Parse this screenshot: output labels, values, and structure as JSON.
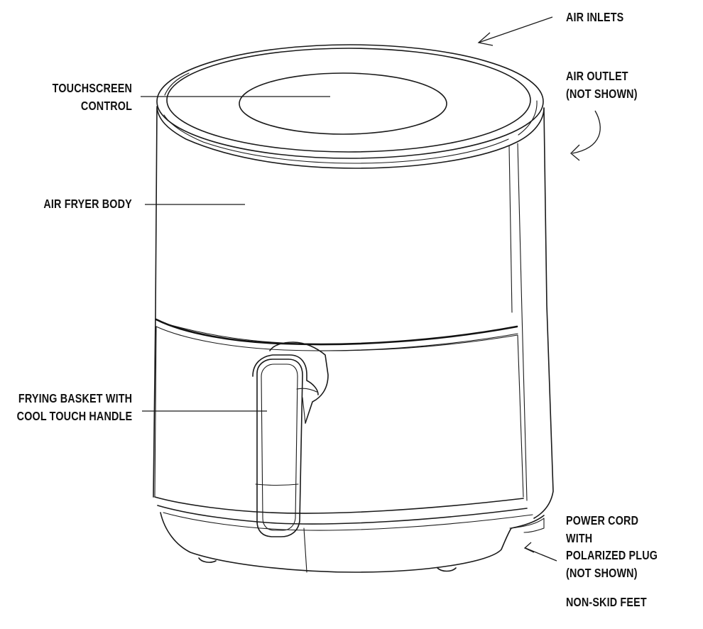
{
  "labels": {
    "touchscreen": [
      "TOUCHSCREEN",
      "CONTROL"
    ],
    "body": "AIR FRYER BODY",
    "basket": [
      "FRYING BASKET WITH",
      "COOL TOUCH HANDLE"
    ],
    "inlets": "AIR INLETS",
    "outlet": [
      "AIR OUTLET",
      "(NOT SHOWN)"
    ],
    "power": [
      "POWER CORD",
      "WITH",
      "POLARIZED PLUG",
      "(NOT SHOWN)"
    ],
    "feet": "NON-SKID FEET"
  },
  "colors": {
    "ink": "#111111",
    "background": "#ffffff"
  }
}
